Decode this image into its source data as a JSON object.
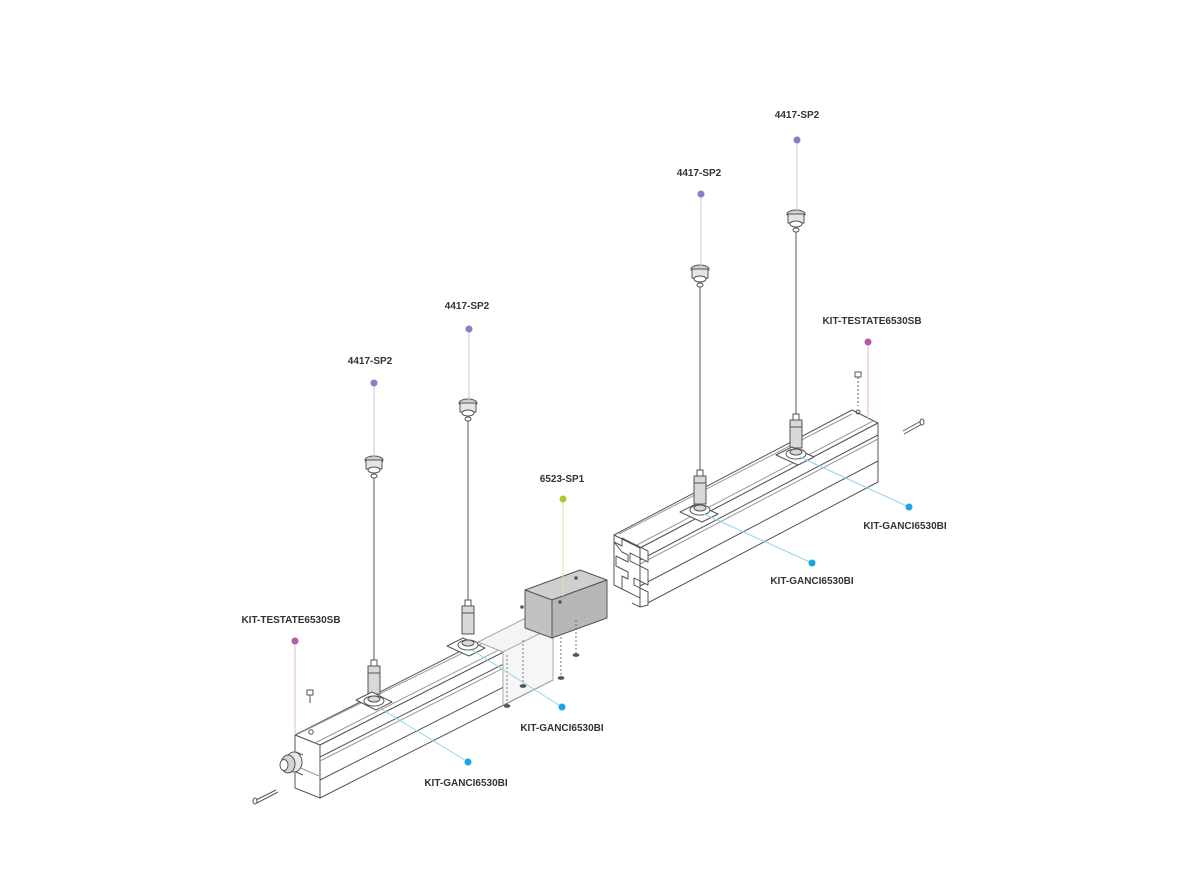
{
  "colors": {
    "suspension": "#8a7fc7",
    "end_cap": "#b55aa8",
    "joint": "#a6cc33",
    "bracket": "#1aa6dd",
    "line": "#555555"
  },
  "callouts": {
    "sp2_a": {
      "code": "4417-SP2",
      "kind": "suspension"
    },
    "sp2_b": {
      "code": "4417-SP2",
      "kind": "suspension"
    },
    "sp2_c": {
      "code": "4417-SP2",
      "kind": "suspension"
    },
    "sp2_d": {
      "code": "4417-SP2",
      "kind": "suspension"
    },
    "testate_left": {
      "code": "KIT-TESTATE6530SB",
      "kind": "end_cap"
    },
    "testate_right": {
      "code": "KIT-TESTATE6530SB",
      "kind": "end_cap"
    },
    "joint": {
      "code": "6523-SP1",
      "kind": "joint"
    },
    "ganci_a": {
      "code": "KIT-GANCI6530BI",
      "kind": "bracket"
    },
    "ganci_b": {
      "code": "KIT-GANCI6530BI",
      "kind": "bracket"
    },
    "ganci_c": {
      "code": "KIT-GANCI6530BI",
      "kind": "bracket"
    },
    "ganci_d": {
      "code": "KIT-GANCI6530BI",
      "kind": "bracket"
    }
  }
}
